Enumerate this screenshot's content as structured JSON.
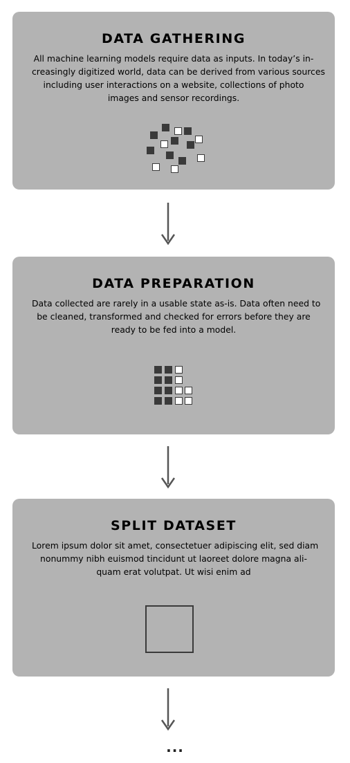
{
  "steps": [
    {
      "title": "DATA GATHERING",
      "lines": [
        "All machine learning models require data as inputs.  In today’s in-",
        "creasingly digitized world, data can be derived from various sources",
        "including user interactions on a website, collections of photo",
        "images and sensor recordings."
      ],
      "icon": "scattered-squares-icon"
    },
    {
      "title": "DATA PREPARATION",
      "lines": [
        "Data collected are rarely in a usable state as-is. Data often need to",
        "be cleaned, transformed and checked for errors before they are",
        "ready to be fed into a model."
      ],
      "icon": "grid-squares-icon"
    },
    {
      "title": "SPLIT DATASET",
      "lines": [
        "Lorem ipsum dolor sit amet, consectetuer adipiscing elit, sed diam",
        "nonummy nibh euismod tincidunt ut laoreet dolore magna ali-",
        "quam erat volutpat. Ut wisi enim ad"
      ],
      "icon": "empty-square-icon"
    }
  ],
  "continuation": "...",
  "colors": {
    "card_background": "#b3b3b3",
    "square_dark": "#3a3a3a",
    "arrow": "#555555"
  }
}
